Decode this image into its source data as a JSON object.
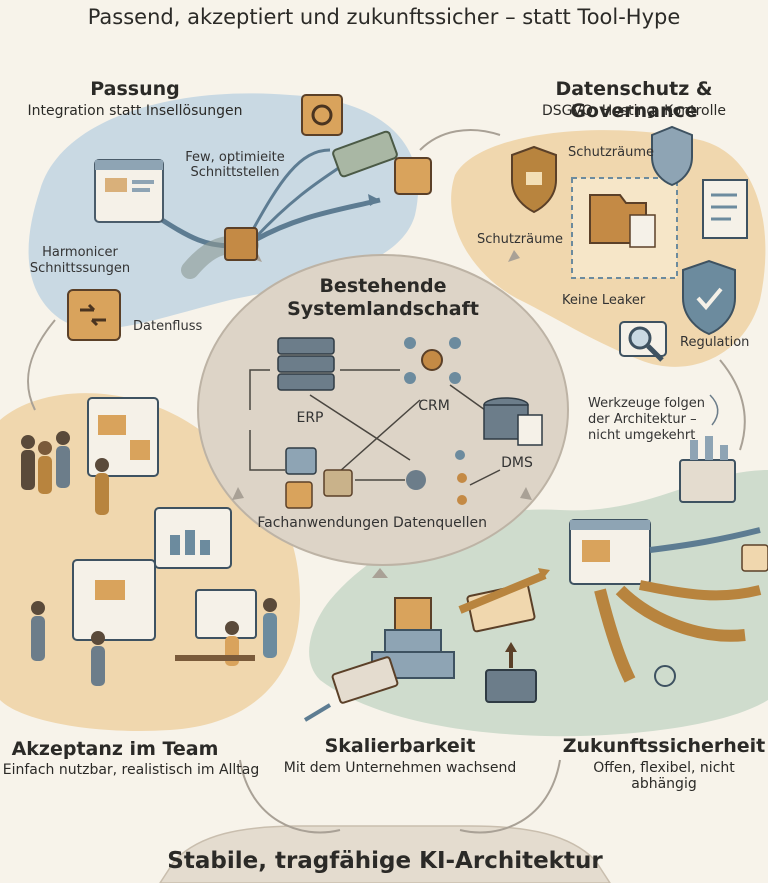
{
  "subtitle": "Passend, akzeptiert und zukunftssicher – statt Tool-Hype",
  "center": {
    "title_line1": "Bestehende",
    "title_line2": "Systemlandschaft",
    "nodes": [
      "ERP",
      "CRM",
      "DMS",
      "Fachanwendungen",
      "Datenquellen"
    ]
  },
  "passung": {
    "title": "Passung",
    "subtitle": "Integration statt Insellösungen",
    "labels": {
      "interfaces_line1": "Few, optimieite",
      "interfaces_line2": "Schnittstellen",
      "harmonize_line1": "Harmonicer",
      "harmonize_line2": "Schnittssungen",
      "dataflow": "Datenfluss"
    }
  },
  "datenschutz": {
    "title": "Datenschutz & Governance",
    "subtitle": "DSGVO, Hosting, Kontrolle",
    "labels": {
      "protected_top": "Schutzräume",
      "protected_left": "Schutzräume",
      "no_leaks": "Keine Leaker",
      "regulation": "Regulation"
    }
  },
  "architecture_note": {
    "line1": "Werkzeuge folgen",
    "line2": "der Architektur –",
    "line3": "nicht umgekehrt"
  },
  "akzeptanz": {
    "title": "Akzeptanz im Team",
    "subtitle": "Einfach nutzbar, realistisch im Alltag"
  },
  "skalierbarkeit": {
    "title": "Skalierbarkeit",
    "subtitle": "Mit dem Unternehmen wachsend"
  },
  "zukunft": {
    "title": "Zukunftssicherheit",
    "subtitle": "Offen, flexibel, nicht abhängig"
  },
  "bottom_banner": "Stabile, tragfähige KI-Architektur",
  "colors": {
    "background": "#f7f3ea",
    "blue_zone": "#c9d9e3",
    "orange_zone": "#f0d7ae",
    "green_zone": "#cfdccd",
    "center_zone": "#ddd4c7",
    "icon_brown": "#c48a45",
    "icon_blue": "#5d7c92",
    "icon_green": "#6f8a6a"
  }
}
